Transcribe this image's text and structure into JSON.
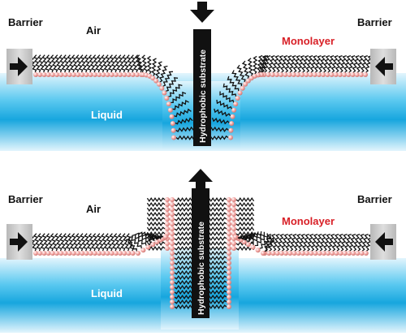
{
  "panels": [
    {
      "id": "top",
      "labels": {
        "barrier_left": "Barrier",
        "barrier_right": "Barrier",
        "air": "Air",
        "monolayer": "Monolayer",
        "liquid": "Liquid",
        "substrate": "Hydrophobic substrate"
      },
      "substrate_motion": "down"
    },
    {
      "id": "bottom",
      "labels": {
        "barrier_left": "Barrier",
        "barrier_right": "Barrier",
        "air": "Air",
        "monolayer": "Monolayer",
        "liquid": "Liquid",
        "substrate": "Hydrophobic substrate"
      },
      "substrate_motion": "up"
    }
  ],
  "colors": {
    "monolayer_label": "#d81f26",
    "liquid_label": "#ffffff",
    "liquid_light": "#e3f5fd",
    "liquid_mid": "#5bc9f0",
    "liquid_dark": "#17a6de",
    "head_group": "#f3a9a6",
    "tail": "#111111",
    "barrier_block": "#c9c9c9",
    "substrate": "#111111"
  },
  "icons": [
    "arrow-right-icon",
    "arrow-left-icon",
    "arrow-down-icon",
    "arrow-up-icon"
  ]
}
